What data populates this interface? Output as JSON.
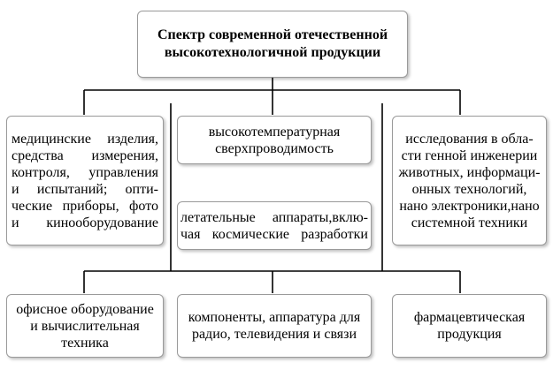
{
  "diagram": {
    "title": {
      "lines": [
        "Спектр современной отечественной",
        "высокотехнологичной продукции"
      ]
    },
    "boxes": {
      "medical": {
        "lines": [
          "медицинские изделия,",
          "средства измерения,",
          "контроля, управления",
          "и испытаний; опти-",
          "ческие приборы, фото",
          "и кинооборудование"
        ]
      },
      "high_temp": {
        "lines": [
          "высокотемпературная",
          "сверхпроводимость"
        ]
      },
      "aircraft": {
        "lines": [
          "летательные аппараты,вклю-",
          "чая космические разработки"
        ]
      },
      "research": {
        "lines": [
          "исследования в обла-",
          "сти генной инженерии",
          "животных, информаци-",
          "онных технологий,",
          "нано электроники,нано",
          "системной техники"
        ]
      },
      "office": {
        "lines": [
          "офисное оборудование",
          "и вычислительная",
          "техника"
        ]
      },
      "components": {
        "lines": [
          "компоненты, аппаратура для",
          "радио, телевидения и связи"
        ]
      },
      "pharma": {
        "lines": [
          "фармацевтическая",
          "продукция"
        ]
      }
    },
    "colors": {
      "line": "#000000",
      "border": "#9a9a9a",
      "text": "#000000",
      "background": "#ffffff"
    }
  }
}
